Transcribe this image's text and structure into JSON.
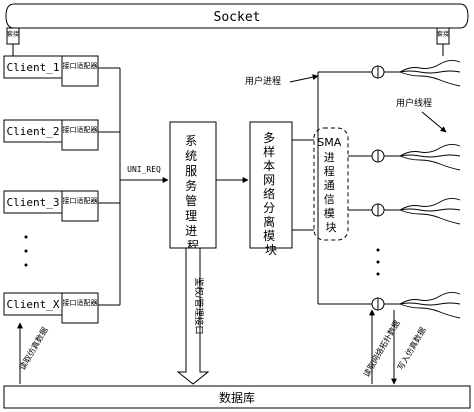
{
  "socket": {
    "label": "Socket",
    "left_arrow_label": "套接",
    "right_arrow_label": "套接"
  },
  "clients": [
    {
      "name": "Client_1",
      "interface": "接口适配器"
    },
    {
      "name": "Client_2",
      "interface": "接口适配器"
    },
    {
      "name": "Client_3",
      "interface": "接口适配器"
    },
    {
      "name": "Client_X",
      "interface": "接口适配器"
    }
  ],
  "ellipsis_clients": "·\n·\n·",
  "uni_req": "UNI_REQ",
  "system_service": "系统服务管理进程",
  "auth_interface": "鉴权/管理接口",
  "multi_sample": "多样本网络分离模块",
  "sma_module": "SMA进程通信模块",
  "user_process": "用户进程",
  "user_thread": "用户线程",
  "database": "数据库",
  "read_sim_data": "读取仿真数据",
  "read_network_data": "读取网络拓扑数据",
  "write_sim_data": "写入仿真数据"
}
